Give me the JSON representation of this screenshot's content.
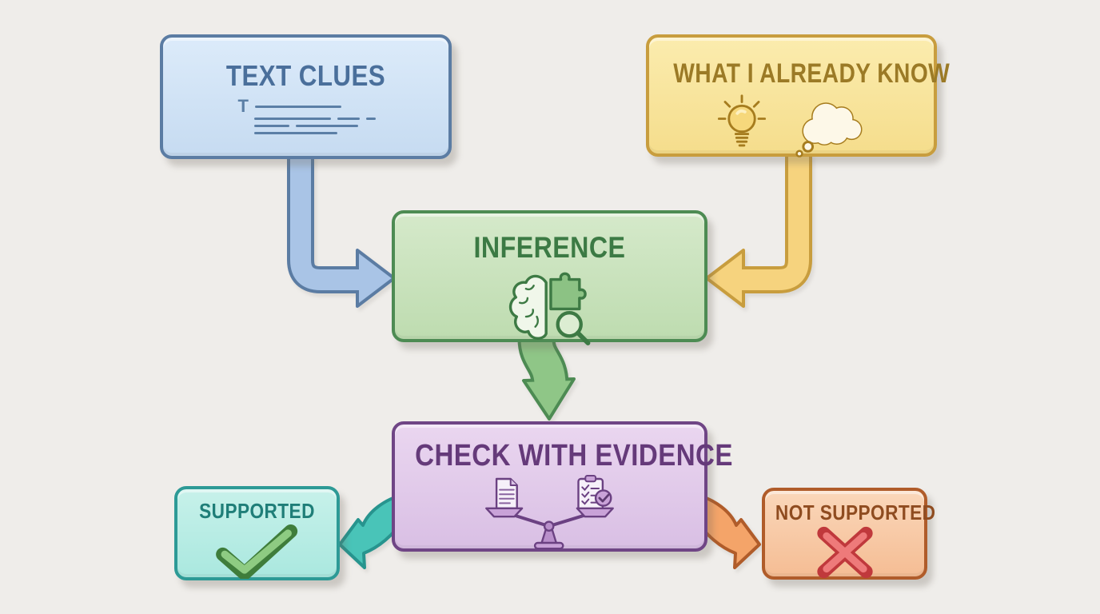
{
  "canvas": {
    "background": "#efedea"
  },
  "diagram": {
    "nodes": {
      "text_clues": {
        "label": "TEXT CLUES",
        "fill": "#cfe0f2",
        "border": "#5b7ca3",
        "label_color": "#4a6f9b",
        "icon": "text-paragraph-icon"
      },
      "prior_knowledge": {
        "label": "WHAT I ALREADY KNOW",
        "fill": "#f8e49c",
        "border": "#c89d3e",
        "label_color": "#9b7a26",
        "icons": [
          "lightbulb-icon",
          "thought-bubble-icon"
        ]
      },
      "inference": {
        "label": "INFERENCE",
        "fill": "#c9e2bc",
        "border": "#4d8b53",
        "label_color": "#3c7a44",
        "icons": [
          "brain-icon",
          "puzzle-piece-icon",
          "magnifying-glass-icon"
        ]
      },
      "check_evidence": {
        "label": "CHECK WITH EVIDENCE",
        "fill": "#e2c9ea",
        "border": "#6f4585",
        "label_color": "#653a7a",
        "icons": [
          "balance-scale-icon",
          "document-icon",
          "checklist-icon"
        ]
      },
      "supported": {
        "label": "SUPPORTED",
        "fill": "#b8ede5",
        "border": "#2d9a96",
        "label_color": "#1f7e78",
        "icon": "checkmark-icon",
        "mark_fill": "#8ecb82",
        "mark_outline": "#3f7d3b"
      },
      "not_supported": {
        "label": "NOT SUPPORTED",
        "fill": "#f8c9a6",
        "border": "#b05c2a",
        "label_color": "#8f4c20",
        "icon": "x-icon",
        "mark_fill": "#ee7a7a",
        "mark_outline": "#c0393c"
      }
    },
    "arrows": [
      {
        "name": "text-clues-to-inference",
        "from": "text_clues",
        "to": "inference",
        "fill": "#a9c4e6",
        "outline": "#5b7ca3"
      },
      {
        "name": "prior-knowledge-to-inference",
        "from": "prior_knowledge",
        "to": "inference",
        "fill": "#f6d37e",
        "outline": "#c89d3e"
      },
      {
        "name": "inference-to-check-evidence",
        "from": "inference",
        "to": "check_evidence",
        "fill": "#8fc687",
        "outline": "#4d8b53"
      },
      {
        "name": "check-evidence-to-supported",
        "from": "check_evidence",
        "to": "supported",
        "fill": "#49c4b8",
        "outline": "#27948e"
      },
      {
        "name": "check-evidence-to-not-supported",
        "from": "check_evidence",
        "to": "not_supported",
        "fill": "#f4a469",
        "outline": "#b05c2a"
      }
    ]
  }
}
